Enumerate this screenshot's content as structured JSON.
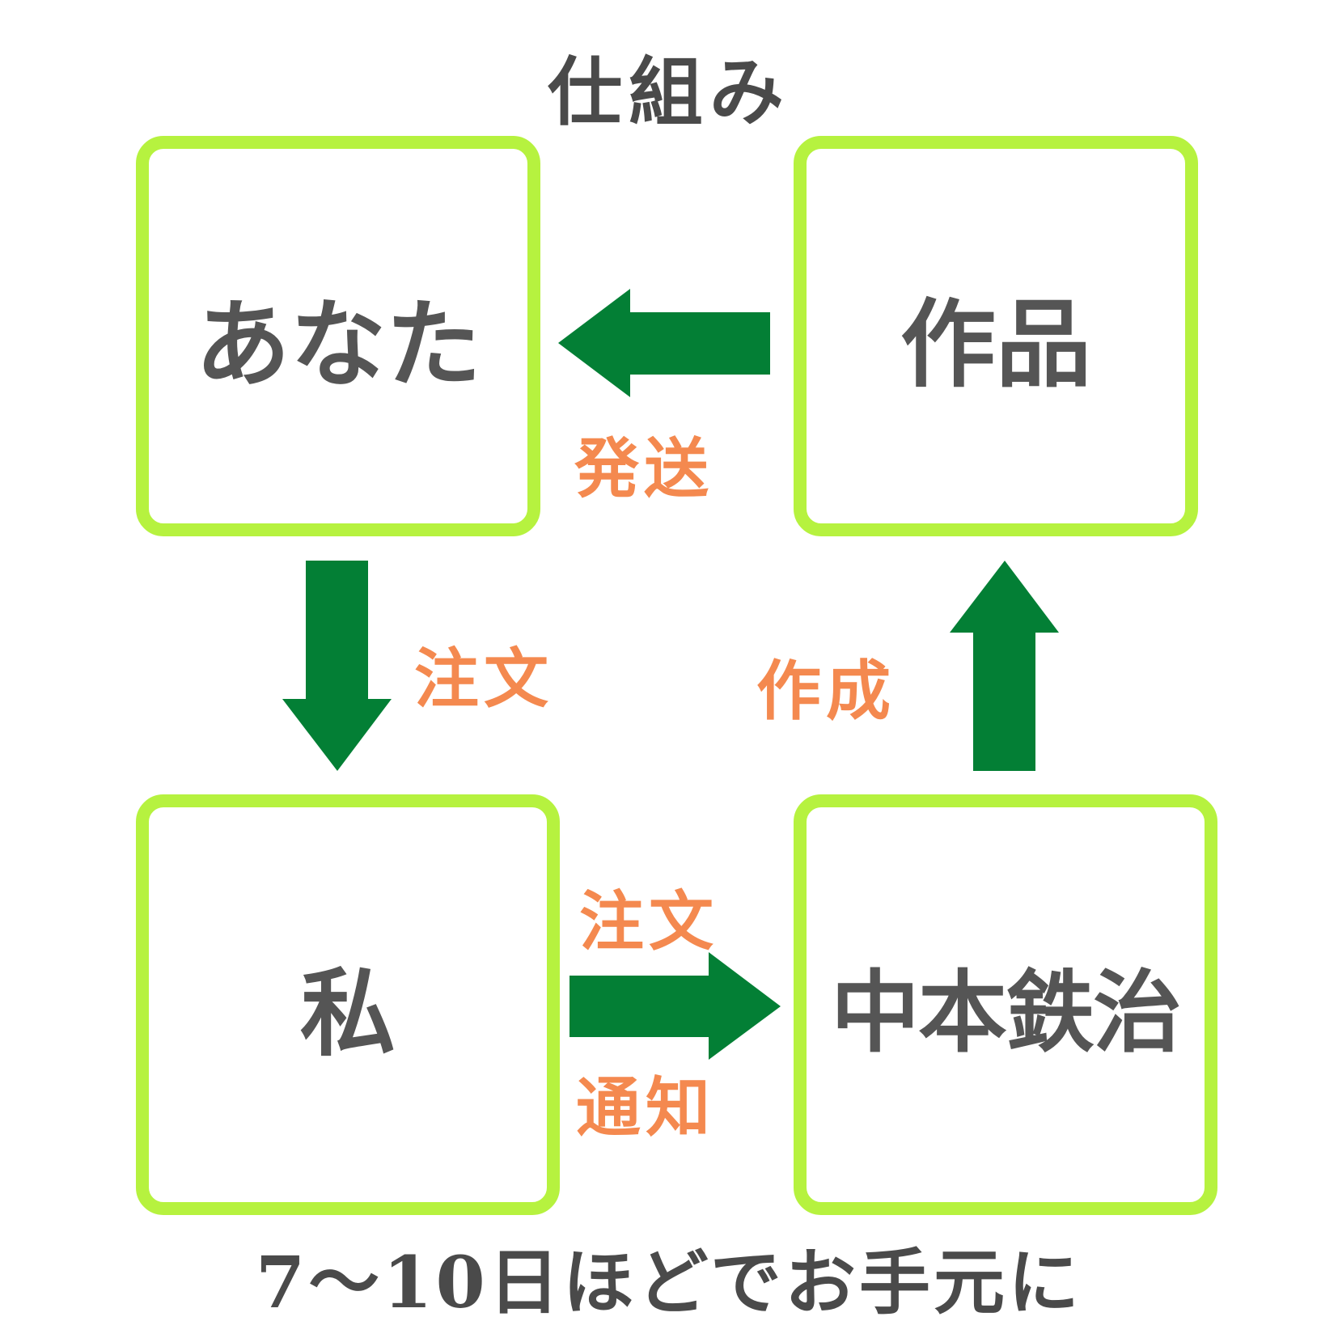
{
  "title": "仕組み",
  "nodes": {
    "anata": "あなた",
    "sakuhin": "作品",
    "watashi": "私",
    "nakamoto": "中本鉄治"
  },
  "steps": {
    "hassou": "発送",
    "chumon_top": "注文",
    "sakusei": "作成",
    "chumon_bottom": "注文",
    "tsuchi": "通知"
  },
  "footer": "7～10日ほどでお手元に",
  "colors": {
    "box_border": "#b6f23f",
    "arrow": "#037f35",
    "step_text": "#f4894f",
    "node_text": "#555555"
  }
}
